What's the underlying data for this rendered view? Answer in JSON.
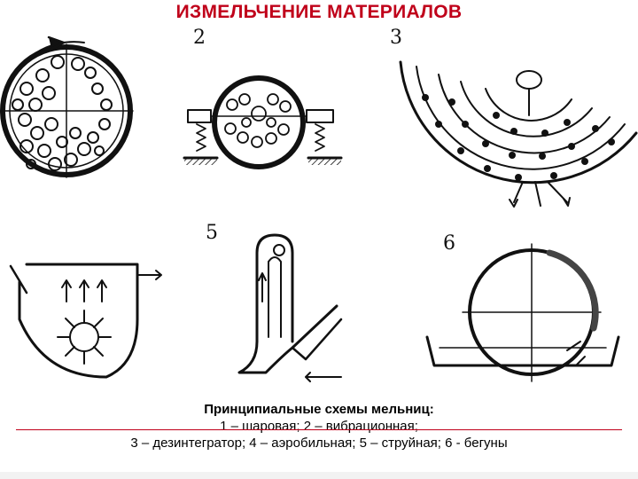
{
  "title": "ИЗМЕЛЬЧЕНИЕ МАТЕРИАЛОВ",
  "figure": {
    "numbers": [
      "2",
      "3",
      "5",
      "6"
    ]
  },
  "caption": {
    "line1": "Принципиальные схемы мельниц:",
    "line2": "1 – шаровая; 2 – вибрационная;",
    "line3": "3 – дезинтегратор; 4 – аэробильная; 5 – струйная; 6 - бегуны"
  },
  "colors": {
    "title": "#c0001a",
    "rule": "#c0001a",
    "ink": "#111111"
  }
}
